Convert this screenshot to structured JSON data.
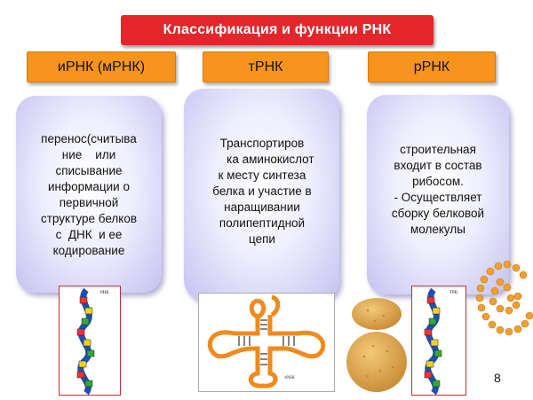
{
  "title": "Классификация и функции РНК",
  "columns": [
    {
      "header": "иРНК (мРНК)",
      "text": "перенос(считыва\nние    или\nсписывание\nинформации о\nпервичной\nструктуре белков\nс  ДНК  и ее\nкодирование"
    },
    {
      "header": "тРНК",
      "text": "Транспортиров\n     ка аминокислот\nк месту синтеза\nбелка и участие в\nнаращивании\nполипептидной\nцепи"
    },
    {
      "header": "рРНК",
      "text": "строительная\nвходит в состав\nрибосом.\n- Осуществляет\nсборку белковой\nмолекулы"
    }
  ],
  "images": {
    "mrna_label_1": "РНК",
    "trna_label": "тРНК",
    "mrna_label_2": "ТРК"
  },
  "page_number": "8"
}
